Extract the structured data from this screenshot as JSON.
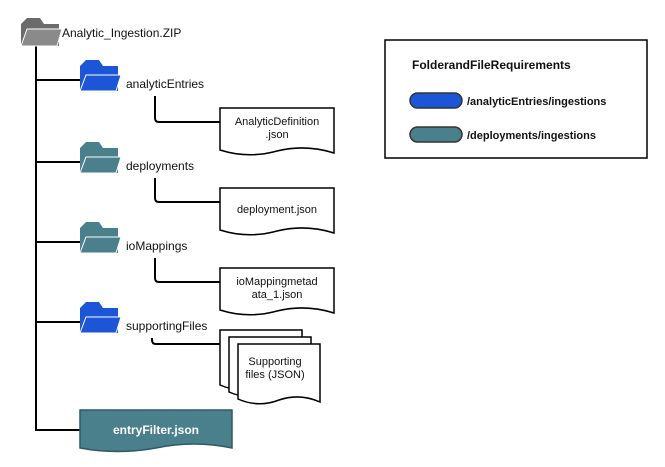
{
  "root": {
    "label": "Analytic_Ingestion.ZIP"
  },
  "folders": [
    {
      "label": "analyticEntries",
      "color": "#1c56d6",
      "file_lines": [
        "AnalyticDefinition",
        ".json"
      ],
      "multi": false
    },
    {
      "label": "deployments",
      "color": "#4a7f8c",
      "file_lines": [
        "deployment.json"
      ],
      "multi": false
    },
    {
      "label": "ioMappings",
      "color": "#4a7f8c",
      "file_lines": [
        "ioMappingmetad",
        "ata_1.json"
      ],
      "multi": false
    },
    {
      "label": "supportingFiles",
      "color": "#1c56d6",
      "file_lines": [
        "Supporting",
        "files (JSON)"
      ],
      "multi": true
    }
  ],
  "entry_filter": {
    "label": "entryFilter.json",
    "color": "#4a7f8c"
  },
  "legend": {
    "title": "FolderandFileRequirements",
    "items": [
      {
        "label": "/analyticEntries/ingestions",
        "color": "#1c56d6"
      },
      {
        "label": "/deployments/ingestions",
        "color": "#4a7f8c"
      }
    ]
  },
  "colors": {
    "root_folder": "#6b6b6b",
    "line": "#000000"
  }
}
